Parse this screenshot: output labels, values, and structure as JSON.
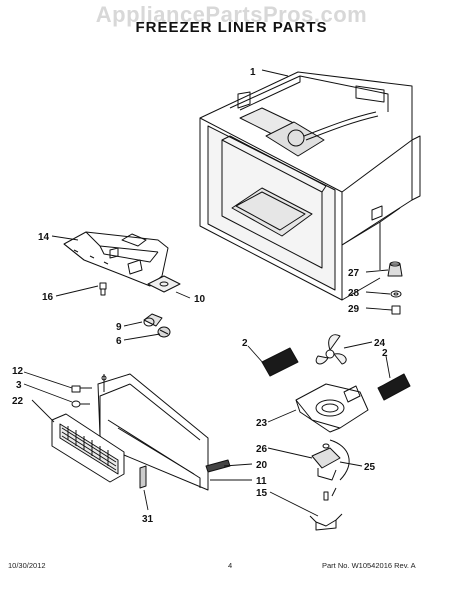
{
  "watermark": "AppliancePartsPros.com",
  "title": "FREEZER LINER PARTS",
  "callouts": {
    "c1": "1",
    "c14": "14",
    "c16": "16",
    "c10": "10",
    "c9": "9",
    "c6": "6",
    "c27": "27",
    "c28": "28",
    "c29": "29",
    "c24": "24",
    "c2a": "2",
    "c2b": "2",
    "c12": "12",
    "c3": "3",
    "c22": "22",
    "c23": "23",
    "c26": "26",
    "c20": "20",
    "c25": "25",
    "c11": "11",
    "c15": "15",
    "c31": "31"
  },
  "footer": {
    "date": "10/30/2012",
    "page": "4",
    "part": "Part No. W10542016  Rev. A"
  }
}
